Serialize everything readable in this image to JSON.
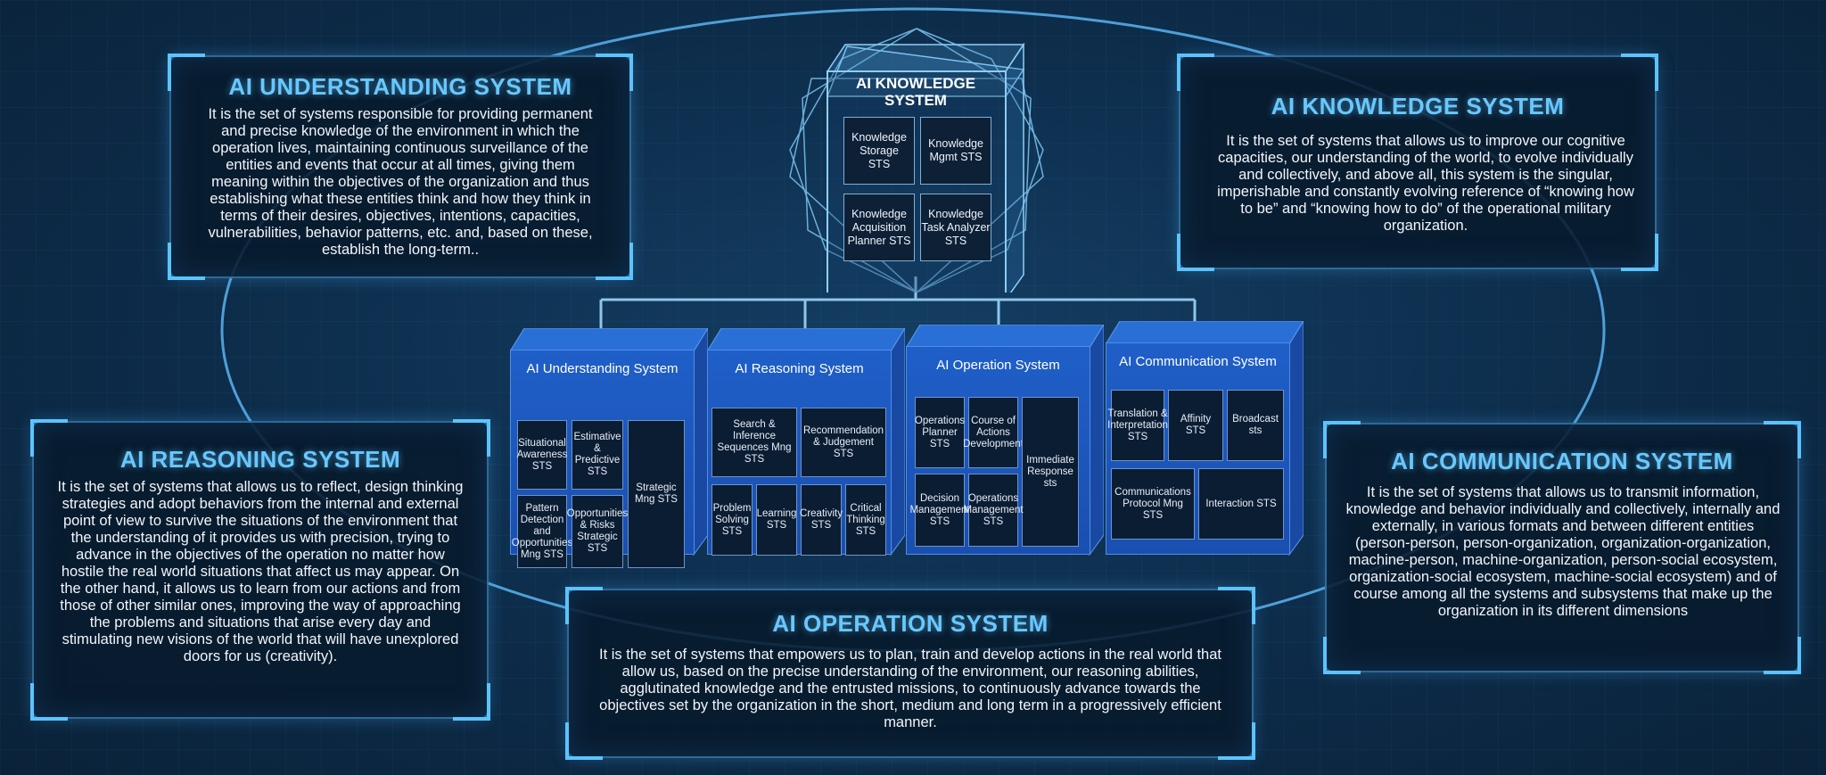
{
  "colors": {
    "accent": "#68c8ff",
    "panel_bg": "#081a2c",
    "module_blue": "#1f5fc8",
    "background": "#0d2c4a"
  },
  "understanding_panel": {
    "title": "AI UNDERSTANDING SYSTEM",
    "text": "It is the set of systems responsible for providing permanent and precise knowledge of the environment in which the operation lives, maintaining continuous surveillance of the entities and events that occur at all times, giving them meaning within the objectives of the organization and thus establishing what these entities think and how they think in terms of their desires, objectives, intentions, capacities, vulnerabilities, behavior patterns, etc. and, based on these, establish the long-term.."
  },
  "knowledge_panel": {
    "title": "AI KNOWLEDGE SYSTEM",
    "text": "It is the set of systems that allows us to improve our cognitive capacities, our understanding of the world, to evolve individually and collectively, and above all, this system is the singular, imperishable and constantly evolving reference of “knowing how to be” and “knowing how to do” of the operational military organization."
  },
  "reasoning_panel": {
    "title": "AI REASONING SYSTEM",
    "text": "It is the set of systems that allows us to reflect, design thinking strategies and adopt behaviors from the internal and external point of view to survive the situations of the environment that the understanding of it provides us with precision, trying to advance in the objectives of the operation no matter how hostile the real world situations that affect us may appear. On the other hand, it allows us to learn from our actions and from those of other similar ones, improving the way of approaching the problems and situations that arise every day and stimulating new visions of the world that will have unexplored doors for us (creativity)."
  },
  "communication_panel": {
    "title": "AI COMMUNICATION SYSTEM",
    "text": "It is the set of systems that allows us to transmit information, knowledge and behavior individually and collectively, internally and externally, in various formats and between different entities (person-person, person-organization, organization-organization, machine-person, machine-organization, person-social ecosystem, organization-social ecosystem, machine-social ecosystem) and of course among all the systems and subsystems that make up the organization in its different dimensions"
  },
  "operation_panel": {
    "title": "AI OPERATION SYSTEM",
    "text": "It is the set of systems that empowers us to plan, train and develop actions in the real world that allow us, based on the precise understanding of the environment, our reasoning abilities, agglutinated knowledge and the entrusted missions, to continuously advance towards the objectives set by the organization in the short, medium and long term in a progressively efficient manner."
  },
  "knowledge_cube": {
    "title": "AI KNOWLEDGE SYSTEM",
    "cells": [
      "Knowledge Storage STS",
      "Knowledge Mgmt STS",
      "Knowledge Acquisition Planner STS",
      "Knowledge Task Analyzer STS"
    ]
  },
  "modules": {
    "understanding": {
      "title": "AI Understanding System",
      "cells": [
        "Situational Awareness STS",
        "Estimative & Predictive STS",
        "Strategic Mng STS",
        "Pattern Detection and Opportunities Mng STS",
        "Opportunities & Risks Strategic STS"
      ]
    },
    "reasoning": {
      "title": "AI Reasoning System",
      "cells": [
        "Search & Inference Sequences Mng STS",
        "Recommendation & Judgement STS",
        "Problem Solving STS",
        "Learning STS",
        "Creativity STS",
        "Critical Thinking STS"
      ]
    },
    "operation": {
      "title": "AI Operation System",
      "cells": [
        "Operations Planner STS",
        "Course of Actions Development",
        "Immediate Response sts",
        "Decision Management STS",
        "Operations Management STS"
      ]
    },
    "communication": {
      "title": "AI Communication System",
      "cells": [
        "Translation & Interpretation STS",
        "Affinity STS",
        "Broadcast sts",
        "Communications Protocol Mng STS",
        "Interaction STS"
      ]
    }
  }
}
